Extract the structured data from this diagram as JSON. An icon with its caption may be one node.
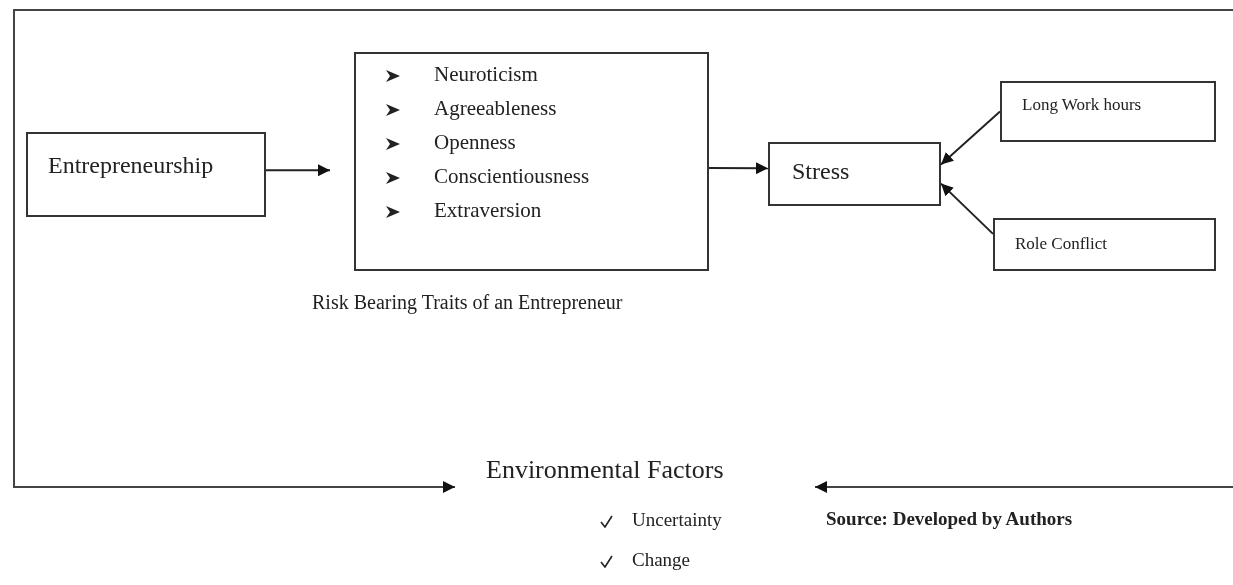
{
  "diagram": {
    "nodes": [
      {
        "text": [
          "Entrepreneurship"
        ]
      },
      {
        "text": [
          "Neuroticism",
          "Agreeableness",
          "Openness",
          "Conscientiousness",
          "Extraversion"
        ],
        "beside": [
          "Risk Bearing Traits of an Entrepreneur"
        ]
      },
      {
        "text": [
          "Stress"
        ]
      },
      {
        "text": [
          "Long Work hours"
        ]
      },
      {
        "text": [
          "Role Conflict"
        ]
      },
      {
        "text": [
          "Environmental Factors",
          "Uncertainty",
          "Change"
        ]
      }
    ],
    "edges": [
      {
        "from": 0,
        "to": 1,
        "arrow": "to"
      },
      {
        "from": 1,
        "to": 2,
        "arrow": "to"
      },
      {
        "from": 3,
        "to": 2,
        "arrow": "to"
      },
      {
        "from": 4,
        "to": 2,
        "arrow": "to"
      },
      {
        "from": null,
        "to": 5,
        "arrow": "to"
      },
      {
        "from": null,
        "to": 5,
        "arrow": "to"
      }
    ],
    "labels": [
      "Source: Developed by Authors"
    ]
  }
}
